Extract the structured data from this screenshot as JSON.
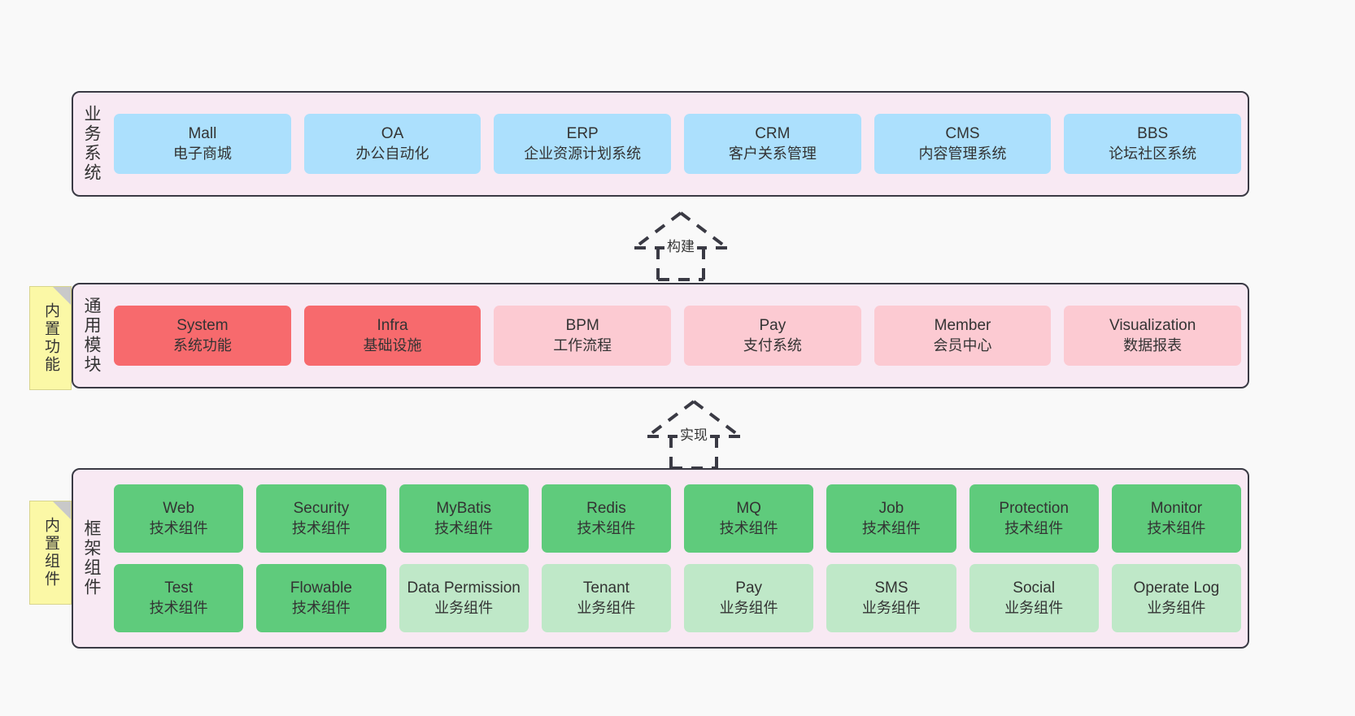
{
  "diagram": {
    "background_color": "#f9f9f9",
    "container_fill": "#f8e9f3",
    "container_border": "#3a3a44"
  },
  "notes": [
    {
      "id": "note-features",
      "text": "内置功能",
      "color": "#fbf8a6"
    },
    {
      "id": "note-components",
      "text": "内置组件",
      "color": "#fbf8a6"
    }
  ],
  "layers": [
    {
      "id": "business",
      "label": "业务系统",
      "cards": [
        {
          "en": "Mall",
          "cn": "电子商城",
          "color": "#ace0fd"
        },
        {
          "en": "OA",
          "cn": "办公自动化",
          "color": "#ace0fd"
        },
        {
          "en": "ERP",
          "cn": "企业资源计划系统",
          "color": "#ace0fd"
        },
        {
          "en": "CRM",
          "cn": "客户关系管理",
          "color": "#ace0fd"
        },
        {
          "en": "CMS",
          "cn": "内容管理系统",
          "color": "#ace0fd"
        },
        {
          "en": "BBS",
          "cn": "论坛社区系统",
          "color": "#ace0fd"
        }
      ]
    },
    {
      "id": "common",
      "label": "通用模块",
      "cards": [
        {
          "en": "System",
          "cn": "系统功能",
          "color": "#f76a6d"
        },
        {
          "en": "Infra",
          "cn": "基础设施",
          "color": "#f76a6d"
        },
        {
          "en": "BPM",
          "cn": "工作流程",
          "color": "#fccad2"
        },
        {
          "en": "Pay",
          "cn": "支付系统",
          "color": "#fccad2"
        },
        {
          "en": "Member",
          "cn": "会员中心",
          "color": "#fccad2"
        },
        {
          "en": "Visualization",
          "cn": "数据报表",
          "color": "#fccad2"
        }
      ]
    },
    {
      "id": "framework",
      "label": "框架组件",
      "columns": [
        [
          {
            "en": "Web",
            "cn": "技术组件",
            "color": "#5fcb7c"
          },
          {
            "en": "Test",
            "cn": "技术组件",
            "color": "#5fcb7c"
          }
        ],
        [
          {
            "en": "Security",
            "cn": "技术组件",
            "color": "#5fcb7c"
          },
          {
            "en": "Flowable",
            "cn": "技术组件",
            "color": "#5fcb7c"
          }
        ],
        [
          {
            "en": "MyBatis",
            "cn": "技术组件",
            "color": "#5fcb7c"
          },
          {
            "en": "Data Permission",
            "cn": "业务组件",
            "color": "#bfe8c8"
          }
        ],
        [
          {
            "en": "Redis",
            "cn": "技术组件",
            "color": "#5fcb7c"
          },
          {
            "en": "Tenant",
            "cn": "业务组件",
            "color": "#bfe8c8"
          }
        ],
        [
          {
            "en": "MQ",
            "cn": "技术组件",
            "color": "#5fcb7c"
          },
          {
            "en": "Pay",
            "cn": "业务组件",
            "color": "#bfe8c8"
          }
        ],
        [
          {
            "en": "Job",
            "cn": "技术组件",
            "color": "#5fcb7c"
          },
          {
            "en": "SMS",
            "cn": "业务组件",
            "color": "#bfe8c8"
          }
        ],
        [
          {
            "en": "Protection",
            "cn": "技术组件",
            "color": "#5fcb7c"
          },
          {
            "en": "Social",
            "cn": "业务组件",
            "color": "#bfe8c8"
          }
        ],
        [
          {
            "en": "Monitor",
            "cn": "技术组件",
            "color": "#5fcb7c"
          },
          {
            "en": "Operate Log",
            "cn": "业务组件",
            "color": "#bfe8c8"
          }
        ]
      ]
    }
  ],
  "connectors": [
    {
      "id": "connector-build",
      "label": "构建",
      "style": "dashed-hollow-arrow-up"
    },
    {
      "id": "connector-realize",
      "label": "实现",
      "style": "dashed-hollow-arrow-up"
    }
  ]
}
